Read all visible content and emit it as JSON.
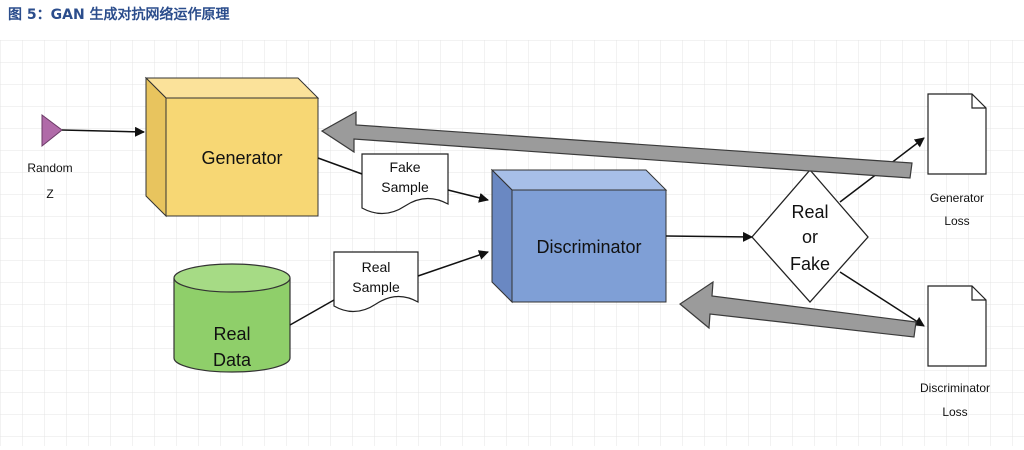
{
  "figure": {
    "title": "图 5：GAN 生成对抗网络运作原理"
  },
  "nodes": {
    "random": {
      "label_line1": "Random",
      "label_line2": "Z"
    },
    "generator": {
      "label": "Generator"
    },
    "fake_sample": {
      "label_line1": "Fake",
      "label_line2": "Sample"
    },
    "real_sample": {
      "label_line1": "Real",
      "label_line2": "Sample"
    },
    "real_data": {
      "label_line1": "Real",
      "label_line2": "Data"
    },
    "discriminator": {
      "label": "Discriminator"
    },
    "decision": {
      "label_line1": "Real",
      "label_line2": "or",
      "label_line3": "Fake"
    },
    "generator_loss": {
      "label_line1": "Generator",
      "label_line2": "Loss"
    },
    "discriminator_loss": {
      "label_line1": "Discriminator",
      "label_line2": "Loss"
    }
  },
  "colors": {
    "generator_fill": "#f7d774",
    "discriminator_fill": "#7f9fd6",
    "real_data_fill": "#8fcf6a",
    "random_marker": "#b06aa8",
    "feedback_arrow": "#9b9b9b",
    "grid": "#e6e6e6"
  }
}
